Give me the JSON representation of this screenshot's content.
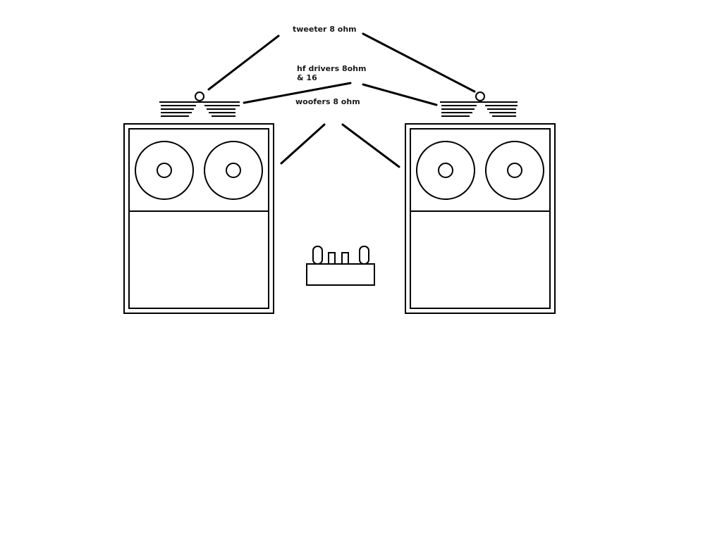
{
  "labels": {
    "tweeter": "tweeter 8 ohm",
    "hf_drivers": "hf drivers 8ohm & 16",
    "woofers": "woofers 8 ohm"
  },
  "colors": {
    "ink": "#000000",
    "background": "#ffffff"
  }
}
